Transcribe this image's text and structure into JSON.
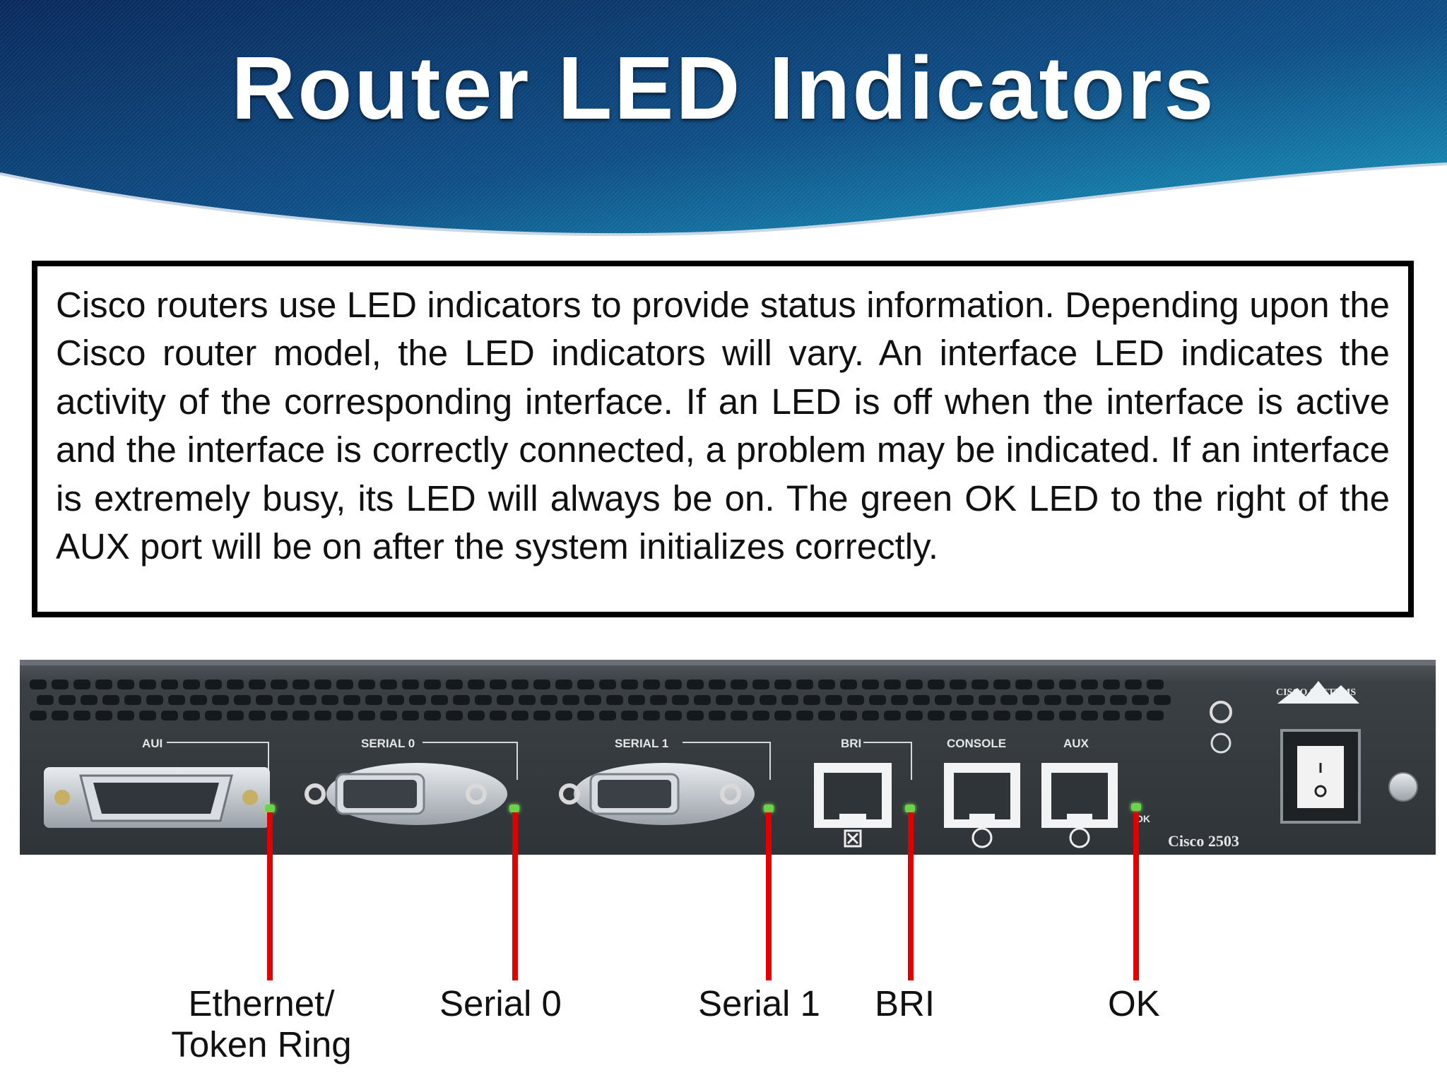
{
  "slide": {
    "title": "Router LED Indicators",
    "body": "Cisco routers use LED indicators to provide status information. Depending upon the Cisco router model, the LED indicators will vary. An interface LED indicates the activity of the corresponding interface. If an LED is off when the interface is active and the interface is correctly connected, a problem may be indicated. If an interface is extremely busy, its LED will always be on. The green OK LED to the right of the AUX port will be on after the system initializes correctly."
  },
  "router_panel": {
    "brand": "CISCO SYSTEMS",
    "model": "Cisco 2503",
    "port_labels": {
      "aui": "AUI",
      "serial0": "SERIAL 0",
      "serial1": "SERIAL 1",
      "bri": "BRI",
      "console": "CONSOLE",
      "aux": "AUX",
      "ok": "OK"
    }
  },
  "callouts": {
    "ethernet_line1": "Ethernet/",
    "ethernet_line2": "Token Ring",
    "serial0": "Serial 0",
    "serial1": "Serial 1",
    "bri": "BRI",
    "ok": "OK"
  },
  "colors": {
    "header_dark": "#0c2f63",
    "header_light": "#1a8fb3",
    "pointer_red": "#e00000",
    "led_green": "#6fd14a",
    "panel_dark": "#3a3f44"
  }
}
